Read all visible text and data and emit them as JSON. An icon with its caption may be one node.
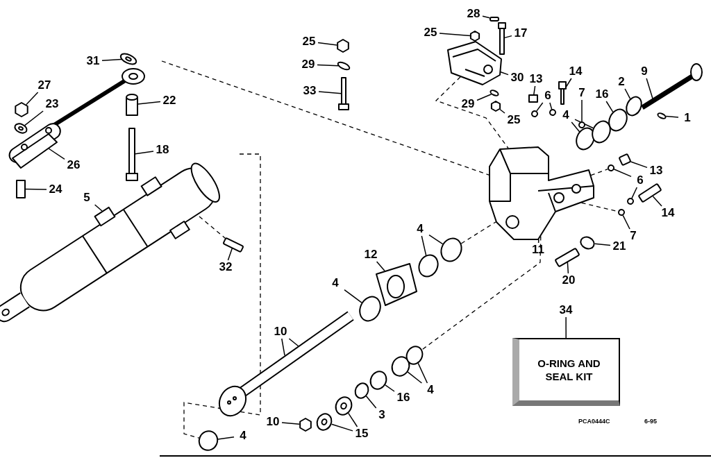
{
  "diagram": {
    "nodes": [
      {
        "text": [
          "28"
        ]
      },
      {
        "text": [
          "25"
        ]
      },
      {
        "text": [
          "17"
        ]
      },
      {
        "text": [
          "25"
        ]
      },
      {
        "text": [
          "31"
        ]
      },
      {
        "text": [
          "29"
        ]
      },
      {
        "text": [
          "9"
        ]
      },
      {
        "text": [
          "14"
        ]
      },
      {
        "text": [
          "30"
        ]
      },
      {
        "text": [
          "13"
        ]
      },
      {
        "text": [
          "27"
        ]
      },
      {
        "text": [
          "2"
        ]
      },
      {
        "text": [
          "33"
        ]
      },
      {
        "text": [
          "7"
        ]
      },
      {
        "text": [
          "6"
        ]
      },
      {
        "text": [
          "16"
        ]
      },
      {
        "text": [
          "22"
        ]
      },
      {
        "text": [
          "29"
        ]
      },
      {
        "text": [
          "23"
        ]
      },
      {
        "text": [
          "4"
        ]
      },
      {
        "text": [
          "1"
        ]
      },
      {
        "text": [
          "25"
        ]
      },
      {
        "text": [
          "18"
        ]
      },
      {
        "text": [
          "26"
        ]
      },
      {
        "text": [
          "13"
        ]
      },
      {
        "text": [
          "6"
        ]
      },
      {
        "text": [
          "24"
        ]
      },
      {
        "text": [
          "5"
        ]
      },
      {
        "text": [
          "14"
        ]
      },
      {
        "text": [
          "4"
        ]
      },
      {
        "text": [
          "7"
        ]
      },
      {
        "text": [
          "11"
        ]
      },
      {
        "text": [
          "21"
        ]
      },
      {
        "text": [
          "12"
        ]
      },
      {
        "text": [
          "32"
        ]
      },
      {
        "text": [
          "20"
        ]
      },
      {
        "text": [
          "4"
        ]
      },
      {
        "text": [
          "34"
        ]
      },
      {
        "text": [
          "10"
        ]
      },
      {
        "text": [
          "4"
        ]
      },
      {
        "text": [
          "16"
        ]
      },
      {
        "text": [
          "3"
        ]
      },
      {
        "text": [
          "10"
        ]
      },
      {
        "text": [
          "15"
        ]
      },
      {
        "text": [
          "4"
        ]
      },
      {
        "text": [
          "O-RING AND SEAL KIT"
        ]
      },
      {
        "text": [],
        "shape": "bar"
      },
      {
        "text": [],
        "shape": "hexagon"
      },
      {
        "text": [],
        "shape": "bolt"
      },
      {
        "text": [],
        "shape": "hexagon"
      },
      {
        "text": [],
        "shape": "circle"
      },
      {
        "text": [],
        "shape": "circle"
      },
      {
        "text": [],
        "shape": "bolt"
      },
      {
        "text": [],
        "shape": "picture"
      },
      {
        "text": [],
        "shape": "box"
      },
      {
        "text": [],
        "shape": "hexagon"
      },
      {
        "text": [],
        "shape": "circle"
      },
      {
        "text": [],
        "shape": "bolt"
      },
      {
        "text": [],
        "shape": "circle"
      },
      {
        "text": [],
        "shape": "circle"
      },
      {
        "text": [],
        "shape": "circle"
      },
      {
        "text": [],
        "shape": "circle"
      },
      {
        "text": [],
        "shape": "cylinder"
      },
      {
        "text": [],
        "shape": "circle"
      },
      {
        "text": [],
        "shape": "circle"
      },
      {
        "text": [],
        "shape": "circle"
      },
      {
        "text": [],
        "shape": "circle"
      },
      {
        "text": [],
        "shape": "circle"
      },
      {
        "text": [],
        "shape": "hexagon"
      },
      {
        "text": [],
        "shape": "bolt"
      },
      {
        "text": [],
        "shape": "bar"
      },
      {
        "text": [],
        "shape": "circle"
      },
      {
        "text": [],
        "shape": "circle"
      },
      {
        "text": [],
        "shape": "box"
      },
      {
        "text": [],
        "shape": "bar"
      },
      {
        "text": [],
        "shape": "circle"
      },
      {
        "text": [],
        "shape": "circle"
      },
      {
        "text": [],
        "shape": "circle"
      },
      {
        "text": [],
        "shape": "picture"
      },
      {
        "text": [],
        "shape": "circle"
      },
      {
        "text": [],
        "shape": "picture"
      },
      {
        "text": [],
        "shape": "bar"
      },
      {
        "text": [],
        "shape": "bar"
      },
      {
        "text": [],
        "shape": "circle"
      },
      {
        "text": [],
        "shape": "circle"
      },
      {
        "text": [],
        "shape": "circle"
      },
      {
        "text": [],
        "shape": "circle"
      },
      {
        "text": [],
        "shape": "circle"
      },
      {
        "text": [],
        "shape": "hexagon"
      },
      {
        "text": [],
        "shape": "circle"
      },
      {
        "text": [],
        "shape": "circle"
      },
      {
        "text": [],
        "shape": "circle"
      }
    ],
    "edges": [
      {
        "from": 0,
        "to": 46,
        "arrow": "none"
      },
      {
        "from": 1,
        "to": 47,
        "arrow": "none"
      },
      {
        "from": 2,
        "to": 48,
        "arrow": "none"
      },
      {
        "from": 3,
        "to": 49,
        "arrow": "none"
      },
      {
        "from": 4,
        "to": 50,
        "arrow": "none"
      },
      {
        "from": 5,
        "to": 51,
        "arrow": "none"
      },
      {
        "from": 6,
        "to": null,
        "arrow": "none"
      },
      {
        "from": 7,
        "to": 52,
        "arrow": "none"
      },
      {
        "from": 8,
        "to": 53,
        "arrow": "none"
      },
      {
        "from": 9,
        "to": 54,
        "arrow": "none"
      },
      {
        "from": 10,
        "to": 55,
        "arrow": "none"
      },
      {
        "from": 11,
        "to": 56,
        "arrow": "none"
      },
      {
        "from": 12,
        "to": 57,
        "arrow": "none"
      },
      {
        "from": 13,
        "to": 58,
        "arrow": "none"
      },
      {
        "from": 14,
        "to": 59,
        "arrow": "none"
      },
      {
        "from": 14,
        "to": 60,
        "arrow": "none"
      },
      {
        "from": 15,
        "to": 61,
        "arrow": "none"
      },
      {
        "from": 16,
        "to": 62,
        "arrow": "none"
      },
      {
        "from": 17,
        "to": 63,
        "arrow": "none"
      },
      {
        "from": 18,
        "to": 64,
        "arrow": "none"
      },
      {
        "from": 19,
        "to": 65,
        "arrow": "none"
      },
      {
        "from": 19,
        "to": 66,
        "arrow": "none"
      },
      {
        "from": 20,
        "to": 67,
        "arrow": "none"
      },
      {
        "from": 21,
        "to": 68,
        "arrow": "none"
      },
      {
        "from": 22,
        "to": 69,
        "arrow": "none"
      },
      {
        "from": 23,
        "to": null,
        "arrow": "none"
      },
      {
        "from": 24,
        "to": 70,
        "arrow": "none"
      },
      {
        "from": 25,
        "to": 71,
        "arrow": "none"
      },
      {
        "from": 25,
        "to": 72,
        "arrow": "none"
      },
      {
        "from": 26,
        "to": 73,
        "arrow": "none"
      },
      {
        "from": 27,
        "to": null,
        "arrow": "none"
      },
      {
        "from": 28,
        "to": 74,
        "arrow": "none"
      },
      {
        "from": 29,
        "to": 75,
        "arrow": "none"
      },
      {
        "from": 29,
        "to": 76,
        "arrow": "none"
      },
      {
        "from": 30,
        "to": 77,
        "arrow": "none"
      },
      {
        "from": 31,
        "to": 78,
        "arrow": "none"
      },
      {
        "from": 32,
        "to": 79,
        "arrow": "none"
      },
      {
        "from": 33,
        "to": 80,
        "arrow": "none"
      },
      {
        "from": 34,
        "to": 81,
        "arrow": "none"
      },
      {
        "from": 35,
        "to": 82,
        "arrow": "none"
      },
      {
        "from": 36,
        "to": 83,
        "arrow": "none"
      },
      {
        "from": 37,
        "to": 45,
        "arrow": "none"
      },
      {
        "from": 38,
        "to": null,
        "arrow": "none"
      },
      {
        "from": 38,
        "to": null,
        "arrow": "none"
      },
      {
        "from": 39,
        "to": 84,
        "arrow": "none"
      },
      {
        "from": 39,
        "to": 85,
        "arrow": "none"
      },
      {
        "from": 40,
        "to": 86,
        "arrow": "none"
      },
      {
        "from": 41,
        "to": 87,
        "arrow": "none"
      },
      {
        "from": 42,
        "to": 88,
        "arrow": "none"
      },
      {
        "from": 43,
        "to": 89,
        "arrow": "none"
      },
      {
        "from": 43,
        "to": 90,
        "arrow": "none"
      },
      {
        "from": 44,
        "to": 91,
        "arrow": "none"
      },
      {
        "from": null,
        "to": 78,
        "arrow": "none",
        "style": "dashed"
      },
      {
        "from": null,
        "to": 91,
        "arrow": "none",
        "style": "dashed"
      },
      {
        "from": null,
        "to": 81,
        "arrow": "none",
        "style": "dashed"
      },
      {
        "from": 53,
        "to": 78,
        "arrow": "none",
        "style": "dashed"
      },
      {
        "from": 76,
        "to": 78,
        "arrow": "none",
        "style": "dashed"
      },
      {
        "from": 78,
        "to": 85,
        "arrow": "none",
        "style": "dashed"
      },
      {
        "from": 78,
        "to": 77,
        "arrow": "none",
        "style": "dashed"
      },
      {
        "from": 78,
        "to": 71,
        "arrow": "none",
        "style": "dashed"
      }
    ],
    "labels": [
      "PCA0444C",
      "6-95"
    ]
  }
}
